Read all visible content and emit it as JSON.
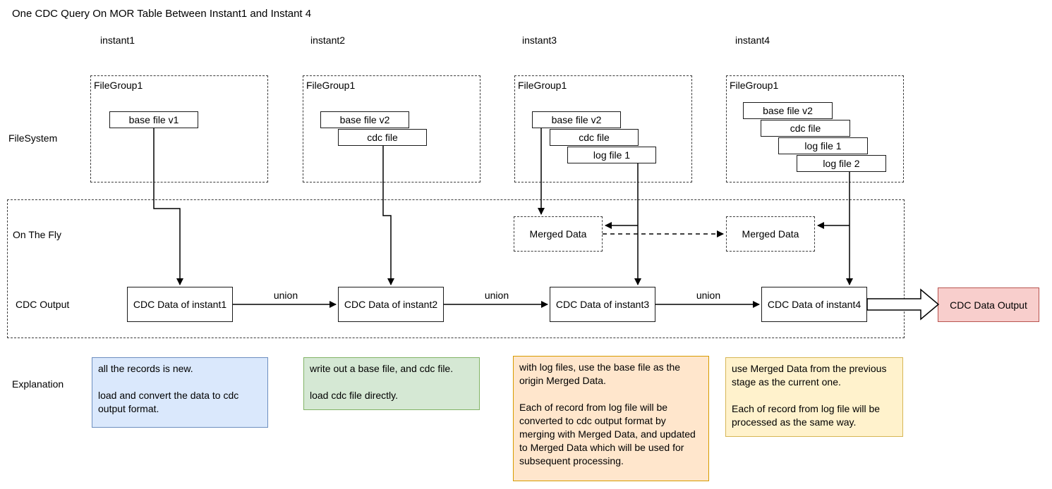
{
  "title": "One CDC Query On MOR Table Between Instant1 and Instant 4",
  "columns": [
    {
      "label": "instant1"
    },
    {
      "label": "instant2"
    },
    {
      "label": "instant3"
    },
    {
      "label": "instant4"
    }
  ],
  "rows": {
    "filesystem": "FileSystem",
    "on_the_fly": "On The Fly",
    "cdc_output": "CDC Output",
    "explanation": "Explanation"
  },
  "file_groups": [
    {
      "label": "FileGroup1",
      "files": [
        "base file v1"
      ]
    },
    {
      "label": "FileGroup1",
      "files": [
        "base file v2",
        "cdc file"
      ]
    },
    {
      "label": "FileGroup1",
      "files": [
        "base file v2",
        "cdc file",
        "log file 1"
      ]
    },
    {
      "label": "FileGroup1",
      "files": [
        "base file v2",
        "cdc file",
        "log file 1",
        "log file 2"
      ]
    }
  ],
  "merged_data": [
    {
      "label": "Merged Data"
    },
    {
      "label": "Merged Data"
    }
  ],
  "cdc_nodes": [
    "CDC Data of instant1",
    "CDC Data of instant2",
    "CDC Data of instant3",
    "CDC Data of instant4"
  ],
  "edges": [
    {
      "label": "union"
    },
    {
      "label": "union"
    },
    {
      "label": "union"
    }
  ],
  "output": {
    "label": "CDC Data Output"
  },
  "explanations": [
    {
      "color": "#dae8fc",
      "border": "#6c8ebf",
      "text": "all the records is new.\n\nload and convert the data to cdc output format."
    },
    {
      "color": "#d5e8d4",
      "border": "#82b366",
      "text": "write out a base file, and cdc file.\n\nload cdc file directly."
    },
    {
      "color": "#ffe6cc",
      "border": "#d79b00",
      "text": "with log files, use the base file as the origin Merged Data.\n\nEach of record from log file will be converted to cdc output format by merging with Merged Data, and updated to Merged Data which will be used for subsequent processing."
    },
    {
      "color": "#fff2cc",
      "border": "#d6b656",
      "text": "use Merged Data from the previous stage as the current one.\n\nEach of record from log file will be processed as the same way."
    }
  ],
  "colors": {
    "output_fill": "#f8cecc",
    "output_border": "#b85450",
    "line": "#000000"
  }
}
